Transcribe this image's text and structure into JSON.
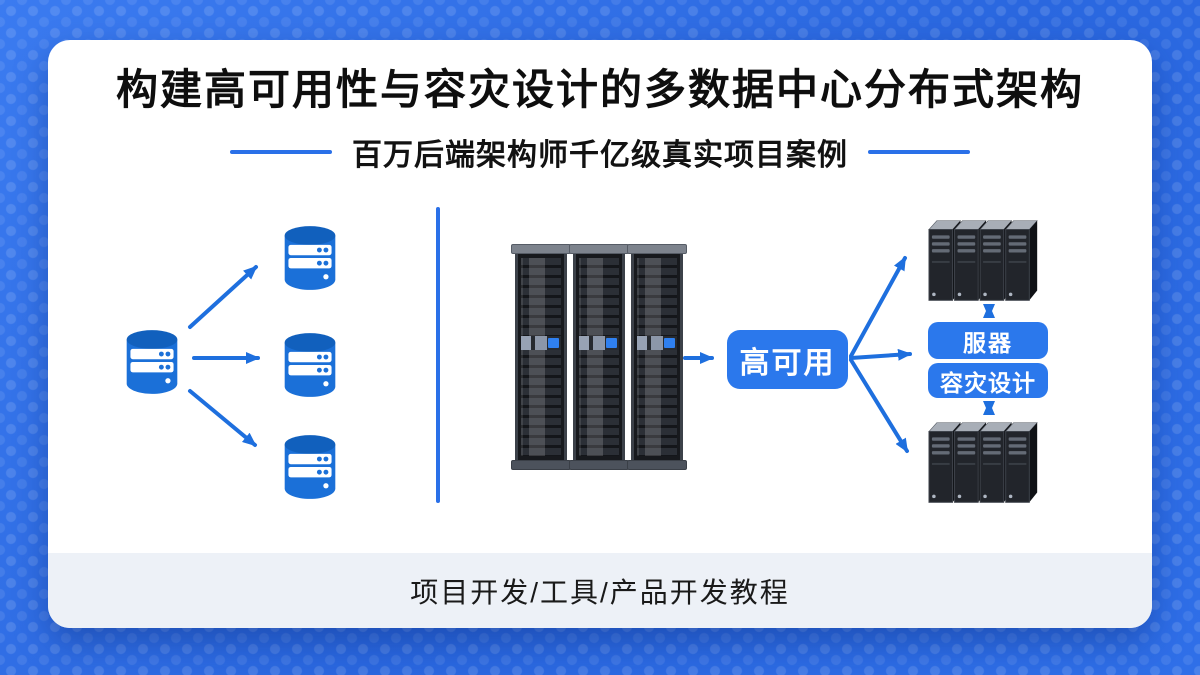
{
  "header": {
    "title": "构建高可用性与容灾设计的多数据中心分布式架构",
    "subtitle": "百万后端架构师千亿级真实项目案例"
  },
  "diagram": {
    "ha_label": "高可用",
    "server_label": "服器",
    "dr_label": "容灾设计",
    "left_cluster": {
      "primary_databases": 1,
      "replica_databases": 3
    },
    "datacenter_racks": 3,
    "server_clusters": {
      "groups": 2,
      "towers_per_group": 4
    },
    "icons": {
      "database": "database-cylinder-icon",
      "rack": "server-rack-icon",
      "cluster": "server-tower-cluster-icon",
      "arrow": "blue-arrow-connector"
    }
  },
  "footer": {
    "text": "项目开发/工具/产品开发教程"
  },
  "colors": {
    "background": "#2c6be0",
    "accent_button": "#2b78ec",
    "arrow": "#1e6fde",
    "database_icon": "#1b70d8",
    "card": "#ffffff",
    "footer_bar": "#edf1f7",
    "title_text": "#0e0e0e"
  }
}
